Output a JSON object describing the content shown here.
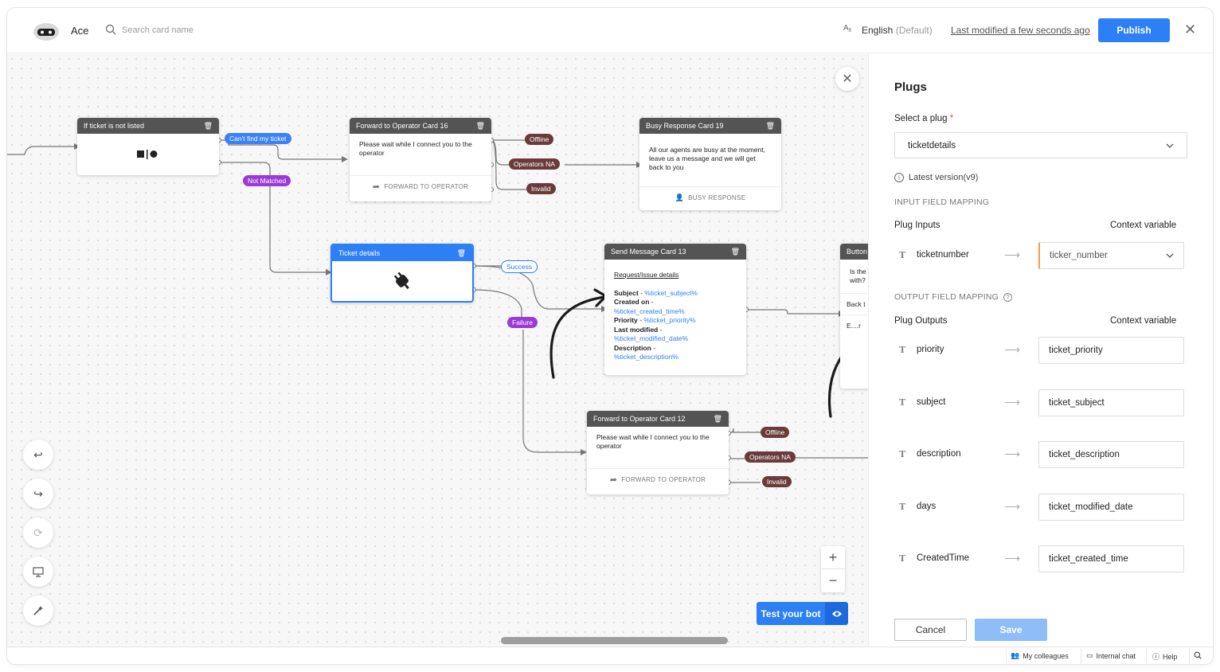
{
  "header": {
    "bot_name": "Ace",
    "search_placeholder": "Search card name",
    "lang_icon": "Aᵪ",
    "language": "English",
    "language_suffix": "(Default)",
    "last_modified": "Last modified a few seconds ago",
    "publish_label": "Publish"
  },
  "canvas": {
    "cards": {
      "ticket_not_listed": {
        "title": "If ticket is not listed"
      },
      "forward16": {
        "title": "Forward to Operator Card 16",
        "text": "Please wait while I connect you to the operator",
        "footer": "FORWARD TO OPERATOR"
      },
      "busy19": {
        "title": "Busy Response Card 19",
        "text": "All our agents are busy at the moment, leave us a message and we will get back to you",
        "footer": "BUSY RESPONSE"
      },
      "ticket_details": {
        "title": "Ticket details"
      },
      "send13": {
        "title": "Send Message Card 13",
        "heading": "Request/Issue details",
        "subject_label": "Subject",
        "subject_var": "%ticket_subject%",
        "created_label": "Created on",
        "created_var": "%ticket_created_time%",
        "priority_label": "Priority",
        "priority_var": "%ticket_priority%",
        "modified_label": "Last modified",
        "modified_var": "%ticket_modified_date%",
        "desc_label": "Description",
        "desc_var": "%ticket_description%"
      },
      "forward12": {
        "title": "Forward to Operator Card 12",
        "text": "Please wait while I connect you to the operator",
        "footer": "FORWARD TO OPERATOR"
      },
      "button_partial": {
        "title": "Button",
        "text1": "Is the",
        "text2": "with?",
        "opt1": "Back t",
        "opt2": "E....r"
      }
    },
    "pills": {
      "cant_find": "Can't find my ticket",
      "not_matched": "Not Matched",
      "offline": "Offline",
      "operators_na": "Operators NA",
      "invalid": "Invalid",
      "success": "Success",
      "failure": "Failure"
    },
    "test_bot": "Test your bot"
  },
  "panel": {
    "title": "Plugs",
    "select_label": "Select a plug",
    "required_mark": "*",
    "selected_plug": "ticketdetails",
    "version": "Latest version(v9)",
    "input_section": "INPUT FIELD MAPPING",
    "plug_inputs": "Plug Inputs",
    "context_variable": "Context variable",
    "inputs": [
      {
        "name": "ticketnumber",
        "value": "ticker_number"
      }
    ],
    "output_section": "OUTPUT FIELD MAPPING",
    "plug_outputs": "Plug Outputs",
    "outputs": [
      {
        "name": "priority",
        "value": "ticket_priority"
      },
      {
        "name": "subject",
        "value": "ticket_subject"
      },
      {
        "name": "description",
        "value": "ticket_description"
      },
      {
        "name": "days",
        "value": "ticket_modified_date"
      },
      {
        "name": "CreatedTime",
        "value": "ticket_created_time"
      }
    ],
    "cancel_label": "Cancel",
    "save_label": "Save"
  },
  "footer": {
    "colleagues": "My colleagues",
    "internal_chat": "Internal chat",
    "help": "Help"
  }
}
